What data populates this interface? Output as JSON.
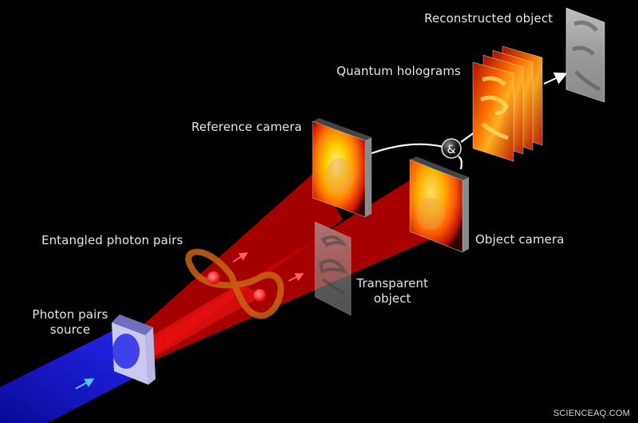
{
  "labels": {
    "reconstructed_object": "Reconstructed object",
    "quantum_holograms": "Quantum holograms",
    "reference_camera": "Reference camera",
    "entangled_photon_pairs": "Entangled photon pairs",
    "photon_pairs_source_line1": "Photon pairs",
    "photon_pairs_source_line2": "source",
    "transparent_object_line1": "Transparent",
    "transparent_object_line2": "object",
    "object_camera": "Object camera",
    "and_symbol": "&"
  },
  "watermark": "SCIENCEAQ.COM",
  "colors": {
    "background": "#000000",
    "pump_beam": "#1e1ee6",
    "photon_beam": "#d80000",
    "photon_dot": "#ff5050",
    "entanglement_loop": "#c86414",
    "source_crystal": "#c8c8f0",
    "label_text": "#e6e6e6",
    "arrow_cyan": "#4ec8ff"
  },
  "diagram": {
    "elements": [
      {
        "id": "photon-pairs-source",
        "label": "Photon pairs source"
      },
      {
        "id": "entangled-photon-pairs",
        "label": "Entangled photon pairs"
      },
      {
        "id": "transparent-object",
        "label": "Transparent object"
      },
      {
        "id": "reference-camera",
        "label": "Reference camera"
      },
      {
        "id": "object-camera",
        "label": "Object camera"
      },
      {
        "id": "coincidence-and",
        "label": "&"
      },
      {
        "id": "quantum-holograms",
        "label": "Quantum holograms",
        "count": 4
      },
      {
        "id": "reconstructed-object",
        "label": "Reconstructed object"
      }
    ],
    "flow": [
      [
        "photon-pairs-source",
        "entangled-photon-pairs"
      ],
      [
        "entangled-photon-pairs",
        "reference-camera"
      ],
      [
        "entangled-photon-pairs",
        "transparent-object"
      ],
      [
        "transparent-object",
        "object-camera"
      ],
      [
        "reference-camera",
        "coincidence-and"
      ],
      [
        "object-camera",
        "coincidence-and"
      ],
      [
        "coincidence-and",
        "quantum-holograms"
      ],
      [
        "quantum-holograms",
        "reconstructed-object"
      ]
    ]
  }
}
